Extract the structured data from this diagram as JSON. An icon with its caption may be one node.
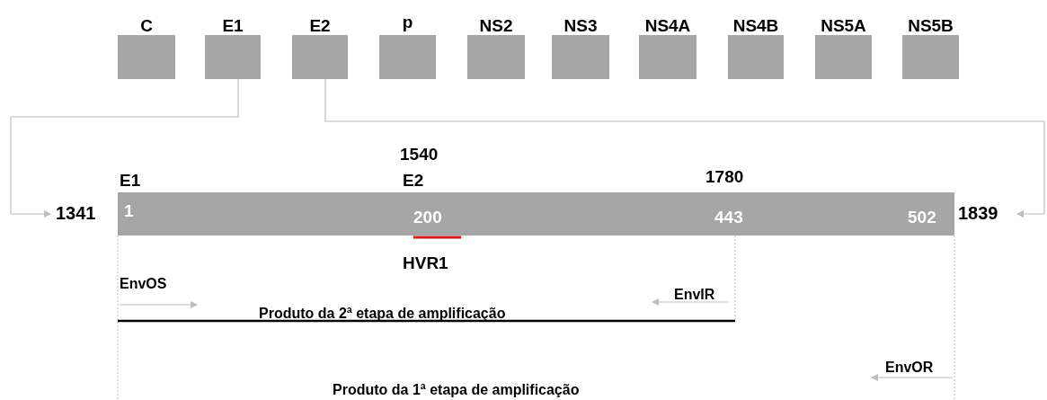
{
  "diagram": {
    "nodes": [
      {
        "text": [
          "C"
        ]
      },
      {
        "text": [
          "E1"
        ]
      },
      {
        "text": [
          "E2"
        ]
      },
      {
        "text": [
          "p"
        ]
      },
      {
        "text": [
          "NS2"
        ]
      },
      {
        "text": [
          "NS3"
        ]
      },
      {
        "text": [
          "NS4A"
        ]
      },
      {
        "text": [
          "NS4B"
        ]
      },
      {
        "text": [
          "NS5A"
        ]
      },
      {
        "text": [
          "NS5B"
        ]
      },
      {
        "text": [
          "1341",
          "1",
          "200",
          "443",
          "502",
          "1839"
        ],
        "beside": [
          "1540",
          "E1",
          "E2",
          "1780"
        ]
      }
    ],
    "edges": [
      {
        "from": 1,
        "to": 10,
        "arrow": "to"
      },
      {
        "from": 2,
        "to": 10,
        "arrow": "to"
      }
    ],
    "labels": [
      "HVR1",
      "EnvOS",
      "EnvIR",
      "Produto da 2ª etapa de amplificação",
      "EnvOR",
      "Produto da 1ª etapa de amplificação"
    ]
  }
}
